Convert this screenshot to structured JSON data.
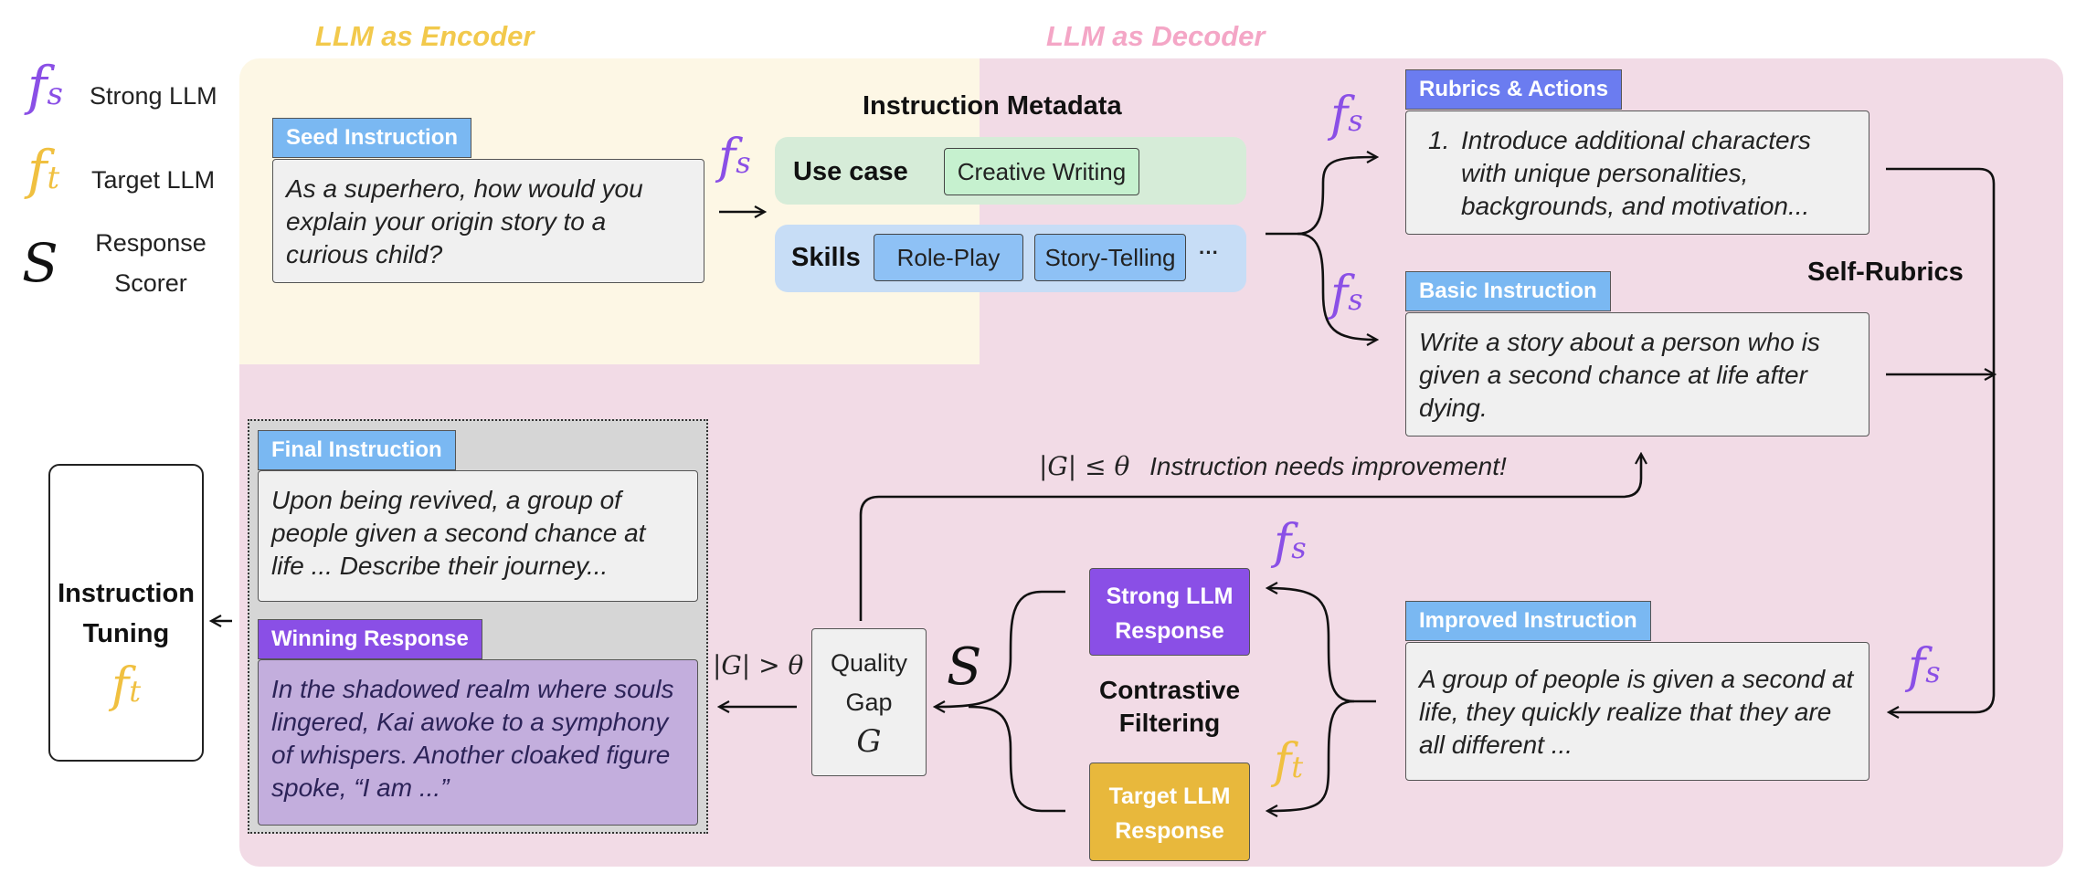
{
  "titles": {
    "encoder": "LLM as Encoder",
    "decoder": "LLM as Decoder"
  },
  "legend": {
    "strong_symbol": "f",
    "strong_sub": "s",
    "strong_label": "Strong LLM",
    "target_symbol": "f",
    "target_sub": "t",
    "target_label": "Target LLM",
    "scorer_symbol": "S",
    "scorer_label_1": "Response",
    "scorer_label_2": "Scorer"
  },
  "seed": {
    "tag": "Seed Instruction",
    "text": "As a superhero, how would you explain your origin story to a curious child?"
  },
  "metadata": {
    "title": "Instruction Metadata",
    "use_case_label": "Use case",
    "use_case_value": "Creative Writing",
    "skills_label": "Skills",
    "skills": [
      "Role-Play",
      "Story-Telling"
    ],
    "skills_more": "···"
  },
  "rubrics": {
    "tag": "Rubrics & Actions",
    "number": "1.",
    "text": "Introduce additional characters with unique personalities, backgrounds, and motivation..."
  },
  "basic": {
    "tag": "Basic Instruction",
    "text": "Write a story about a person who is given a second chance at life after dying."
  },
  "self_rubrics": "Self-Rubrics",
  "improved": {
    "tag": "Improved Instruction",
    "text": "A group of people is given a second at life, they quickly realize that they are all different ..."
  },
  "feedback": {
    "condition": "|G| ≤ θ",
    "text": "Instruction needs improvement!"
  },
  "strong_response": {
    "line1": "Strong LLM",
    "line2": "Response"
  },
  "target_response": {
    "line1": "Target LLM",
    "line2": "Response"
  },
  "contrastive": {
    "line1": "Contrastive",
    "line2": "Filtering"
  },
  "quality": {
    "line1": "Quality",
    "line2": "Gap",
    "symbol": "G"
  },
  "pass_condition": "|G| > θ",
  "final": {
    "tag": "Final Instruction",
    "text": "Upon being revived, a group of people given a second chance at life ... Describe their journey..."
  },
  "winning": {
    "tag": "Winning Response",
    "text": "In the shadowed realm where souls lingered, Kai awoke to a symphony of whispers. Another cloaked figure spoke, “I am ...”"
  },
  "tuning": {
    "line1": "Instruction",
    "line2": "Tuning",
    "symbol": "f",
    "sub": "t"
  },
  "colors": {
    "strong": "#8a4fe6",
    "target": "#f0c040",
    "encoder_bg": "#fdf7e5",
    "decoder_bg": "#f2dbe6",
    "tag_blue": "#7ab8f2",
    "tag_indigo": "#6b7cf0",
    "winning_bg": "#c3aedd",
    "use_case_green": "#c6f1cf",
    "skills_blue": "#c7ddf6"
  }
}
